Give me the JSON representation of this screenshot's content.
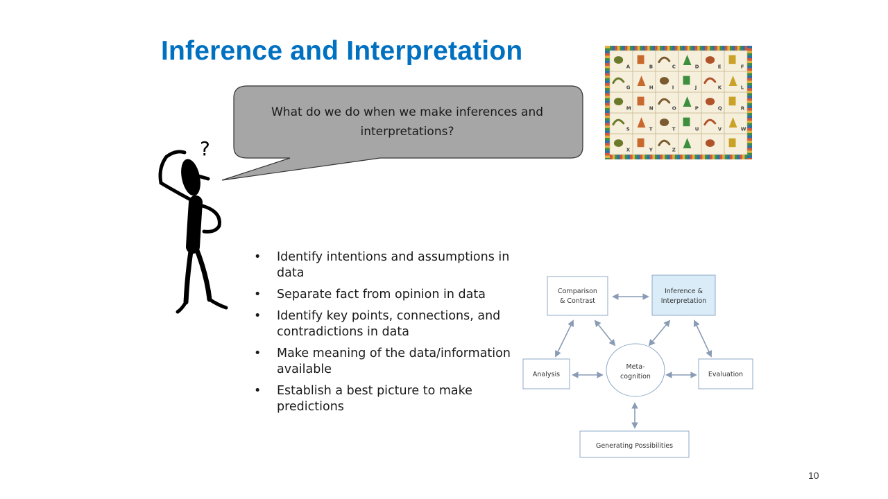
{
  "slide": {
    "title": "Inference and Interpretation",
    "page_number": "10"
  },
  "speech_bubble": {
    "text": "What do we do when we make inferences and interpretations?"
  },
  "question_mark": "?",
  "bullets": [
    "Identify intentions and assumptions in data",
    "Separate fact from opinion in data",
    "Identify key points, connections, and contradictions in data",
    "Make meaning of the data/information available",
    "Establish a best picture to make predictions"
  ],
  "hieroglyph_chart": {
    "letters": [
      "A",
      "B",
      "C",
      "D",
      "E",
      "F",
      "G",
      "H",
      "I",
      "J",
      "K",
      "L",
      "M",
      "N",
      "O",
      "P",
      "Q",
      "R",
      "S",
      "T",
      "T",
      "U",
      "V",
      "W",
      "X",
      "Y",
      "Z"
    ]
  },
  "diagram": {
    "nodes": {
      "comparison": [
        "Comparison",
        "& Contrast"
      ],
      "inference": [
        "Inference &",
        "Interpretation"
      ],
      "analysis": [
        "Analysis"
      ],
      "metacognition": [
        "Meta-",
        "cognition"
      ],
      "evaluation": [
        "Evaluation"
      ],
      "generating": [
        "Generating Possibilities"
      ]
    },
    "colors": {
      "node_border": "#8ea9c9",
      "highlight_fill": "#d9ecf8",
      "arrow": "#8a9bb5"
    }
  },
  "colors": {
    "title": "#0070c0",
    "bubble_fill": "#a6a6a6",
    "bubble_border": "#333333"
  }
}
